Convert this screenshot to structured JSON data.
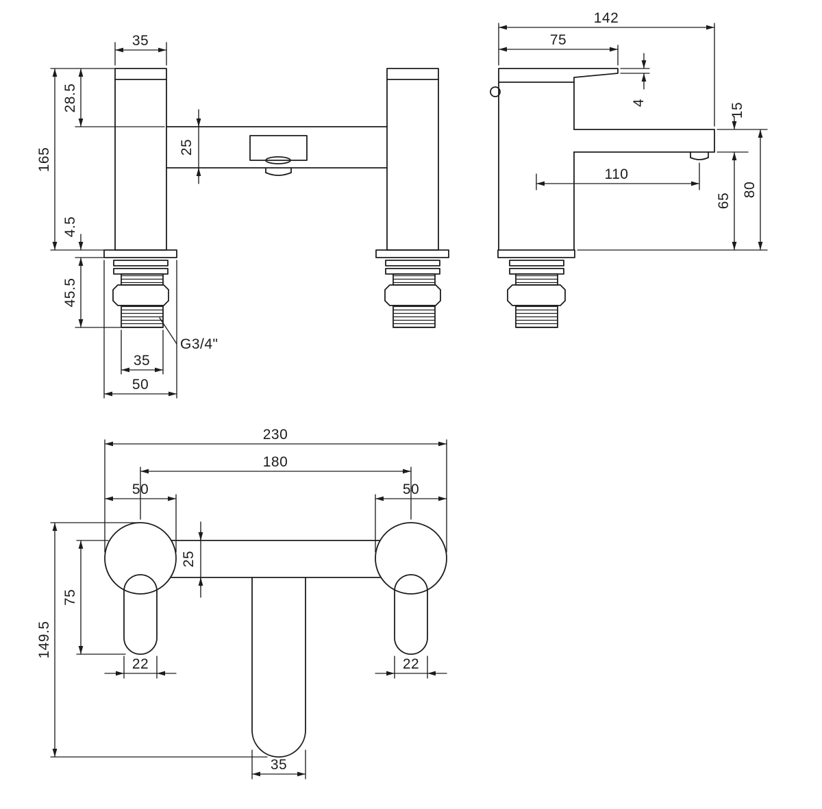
{
  "page": {
    "background": "#ffffff",
    "line_color": "#1c1c1c"
  },
  "views": {
    "front": {
      "label": "front-elevation",
      "dims": {
        "top_width": "35",
        "top_to_bridge": "28.5",
        "bridge_face": "25",
        "total_height": "165",
        "deck_plate": "4.5",
        "shank_length": "45.5",
        "thread_spec": "G3/4\"",
        "shank_width": "35",
        "base_width": "50"
      }
    },
    "side": {
      "label": "side-elevation",
      "dims": {
        "overall_reach": "142",
        "handle_reach": "75",
        "lever_tip": "4",
        "spout_thickness": "15",
        "spout_reach": "110",
        "underside_height": "65",
        "spout_height": "80"
      }
    },
    "plan": {
      "label": "plan-view",
      "dims": {
        "overall_width": "230",
        "hole_centres": "180",
        "left_body_dia": "50",
        "right_body_dia": "50",
        "bridge_width": "25",
        "handle_length": "75",
        "overall_depth": "149.5",
        "left_handle_width": "22",
        "right_handle_width": "22",
        "spout_width": "35"
      }
    }
  }
}
